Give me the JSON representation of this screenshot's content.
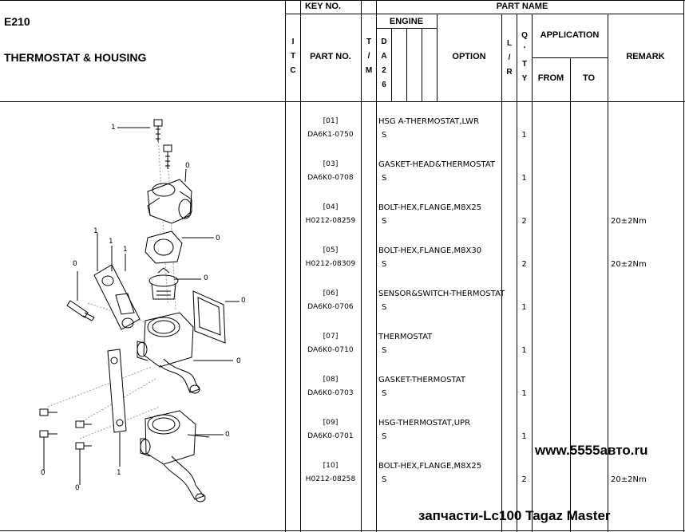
{
  "header": {
    "section_code": "E210",
    "section_title": "THERMOSTAT & HOUSING",
    "key_no": "KEY NO.",
    "part_name": "PART NAME",
    "engine": "ENGINE",
    "itc": [
      "I",
      "T",
      "C"
    ],
    "part_no": "PART NO.",
    "tim": [
      "T",
      "/",
      "M"
    ],
    "da26": [
      "D",
      "A",
      "2",
      "6"
    ],
    "option": "OPTION",
    "lr": [
      "L",
      "/",
      "R"
    ],
    "qty": [
      "Q",
      "'",
      "T",
      "Y"
    ],
    "application": "APPLICATION",
    "from": "FROM",
    "to": "TO",
    "remark": "REMARK"
  },
  "parts": [
    {
      "key": "[01]",
      "part_no": "DA6K1-0750",
      "name": "HSG A-THERMOSTAT,LWR",
      "sub": "S",
      "qty": "1",
      "remark": ""
    },
    {
      "key": "[03]",
      "part_no": "DA6K0-0708",
      "name": "GASKET-HEAD&THERMOSTAT",
      "sub": "S",
      "qty": "1",
      "remark": ""
    },
    {
      "key": "[04]",
      "part_no": "H0212-08259",
      "name": "BOLT-HEX,FLANGE,M8X25",
      "sub": "S",
      "qty": "2",
      "remark": "20±2Nm"
    },
    {
      "key": "[05]",
      "part_no": "H0212-08309",
      "name": "BOLT-HEX,FLANGE,M8X30",
      "sub": "S",
      "qty": "2",
      "remark": "20±2Nm"
    },
    {
      "key": "[06]",
      "part_no": "DA6K0-0706",
      "name": "SENSOR&SWITCH-THERMOSTAT",
      "sub": "S",
      "qty": "1",
      "remark": ""
    },
    {
      "key": "[07]",
      "part_no": "DA6K0-0710",
      "name": "THERMOSTAT",
      "sub": "S",
      "qty": "1",
      "remark": ""
    },
    {
      "key": "[08]",
      "part_no": "DA6K0-0703",
      "name": "GASKET-THERMOSTAT",
      "sub": "S",
      "qty": "1",
      "remark": ""
    },
    {
      "key": "[09]",
      "part_no": "DA6K0-0701",
      "name": "HSG-THERMOSTAT,UPR",
      "sub": "S",
      "qty": "1",
      "remark": ""
    },
    {
      "key": "[10]",
      "part_no": "H0212-08258",
      "name": "BOLT-HEX,FLANGE,M8X25",
      "sub": "S",
      "qty": "2",
      "remark": "20±2Nm"
    }
  ],
  "diagram": {
    "callouts": [
      "1",
      "0",
      "0",
      "1",
      "1",
      "1",
      "0",
      "0",
      "0",
      "0",
      "0",
      "0",
      "0",
      "1"
    ]
  },
  "watermark": {
    "site": "www.5555авто.ru",
    "caption": "запчасти-Lc100 Tagaz Master"
  }
}
